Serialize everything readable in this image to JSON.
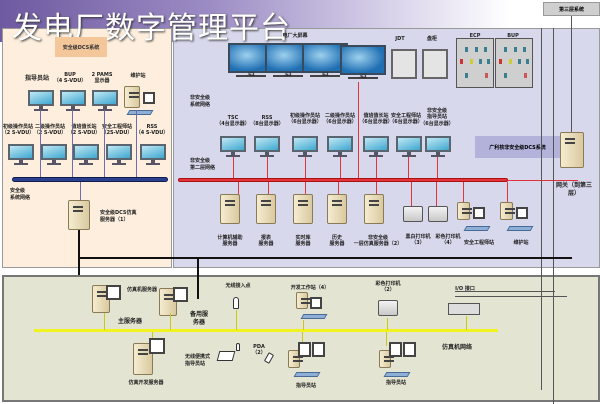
{
  "header": {
    "title": "发电厂数字管理平台"
  },
  "zones": {
    "safety_dcs": "安全级DCS系统",
    "third_layer": "第三层系统",
    "gz_nonsafety_dcs": "广利核非安全级DCS系统",
    "simulator_network": "仿真机网络"
  },
  "safety_area": {
    "top_stations": [
      {
        "label": "指导员站"
      },
      {
        "label": "BUP\n（4 S-VDU）"
      },
      {
        "label": "2 PAMS\n显示器"
      },
      {
        "label": "维护站"
      }
    ],
    "bottom_stations": [
      {
        "label": "初级操作员站\n（2 S-VDU）"
      },
      {
        "label": "二级操作员站\n（2 S-VDU）"
      },
      {
        "label": "值班值长站\n（2 S-VDU）"
      },
      {
        "label": "安全工程师站\n（2S-VDU）"
      },
      {
        "label": "RSS\n（4 S-VDU）"
      }
    ],
    "network_label": "安全级\n系统网络",
    "server_label": "安全级DCS仿真\n服务器（1）"
  },
  "nonsafety_area": {
    "big_screen_label": "电厂大屏幕",
    "big_screens": [
      "/63",
      "/63",
      "/63",
      "/63"
    ],
    "jdt_label": "JDT",
    "control_cabinet_label": "盘柜",
    "ecp_label": "ECP",
    "bup_label": "BUP",
    "network1_label": "非安全级\n系统网络",
    "network2_label": "非安全级\n第二层网络",
    "stations": [
      {
        "label": "TSC\n（4台显示器）"
      },
      {
        "label": "RSS\n（8台显示器）"
      },
      {
        "label": "初级操作员站\n（6台显示器）"
      },
      {
        "label": "二级操作员站\n（6台显示器）"
      },
      {
        "label": "值班值长站\n（6台显示器）"
      },
      {
        "label": "安全工程师站\n（6台显示器）"
      },
      {
        "label": "非安全级\n指导员站\n（6台显示器）"
      }
    ],
    "servers": [
      {
        "label": "计算机辅助\n服务器"
      },
      {
        "label": "报表\n服务器"
      },
      {
        "label": "实时库\n服务器"
      },
      {
        "label": "历史\n服务器"
      },
      {
        "label": "非安全级\n一层仿真服务器（2）"
      }
    ],
    "printers": [
      {
        "label": "黑白打印机\n（3）"
      },
      {
        "label": "彩色打印机\n（4）"
      }
    ],
    "engineer_station_label": "安全工程师站",
    "maintenance_station_label": "维护站",
    "gateway_label": "网关（到第三\n层）"
  },
  "simulator_area": {
    "sim_server_label": "仿真机服务器",
    "main_server_label": "主服务器",
    "backup_server_label": "备用服\n务器",
    "wireless_ap_label": "无线接入点",
    "dev_station_label": "开发工作站（4）",
    "color_printer_label": "彩色打印机\n（2）",
    "io_label": "I/O 接口",
    "sim_dev_server_label": "仿真开发服务器",
    "wireless_station_label": "无线便携式\n指导员站",
    "pda_label": "PDA\n（2）",
    "instructor_station_1_label": "指导员站",
    "instructor_station_2_label": "指导员站"
  }
}
